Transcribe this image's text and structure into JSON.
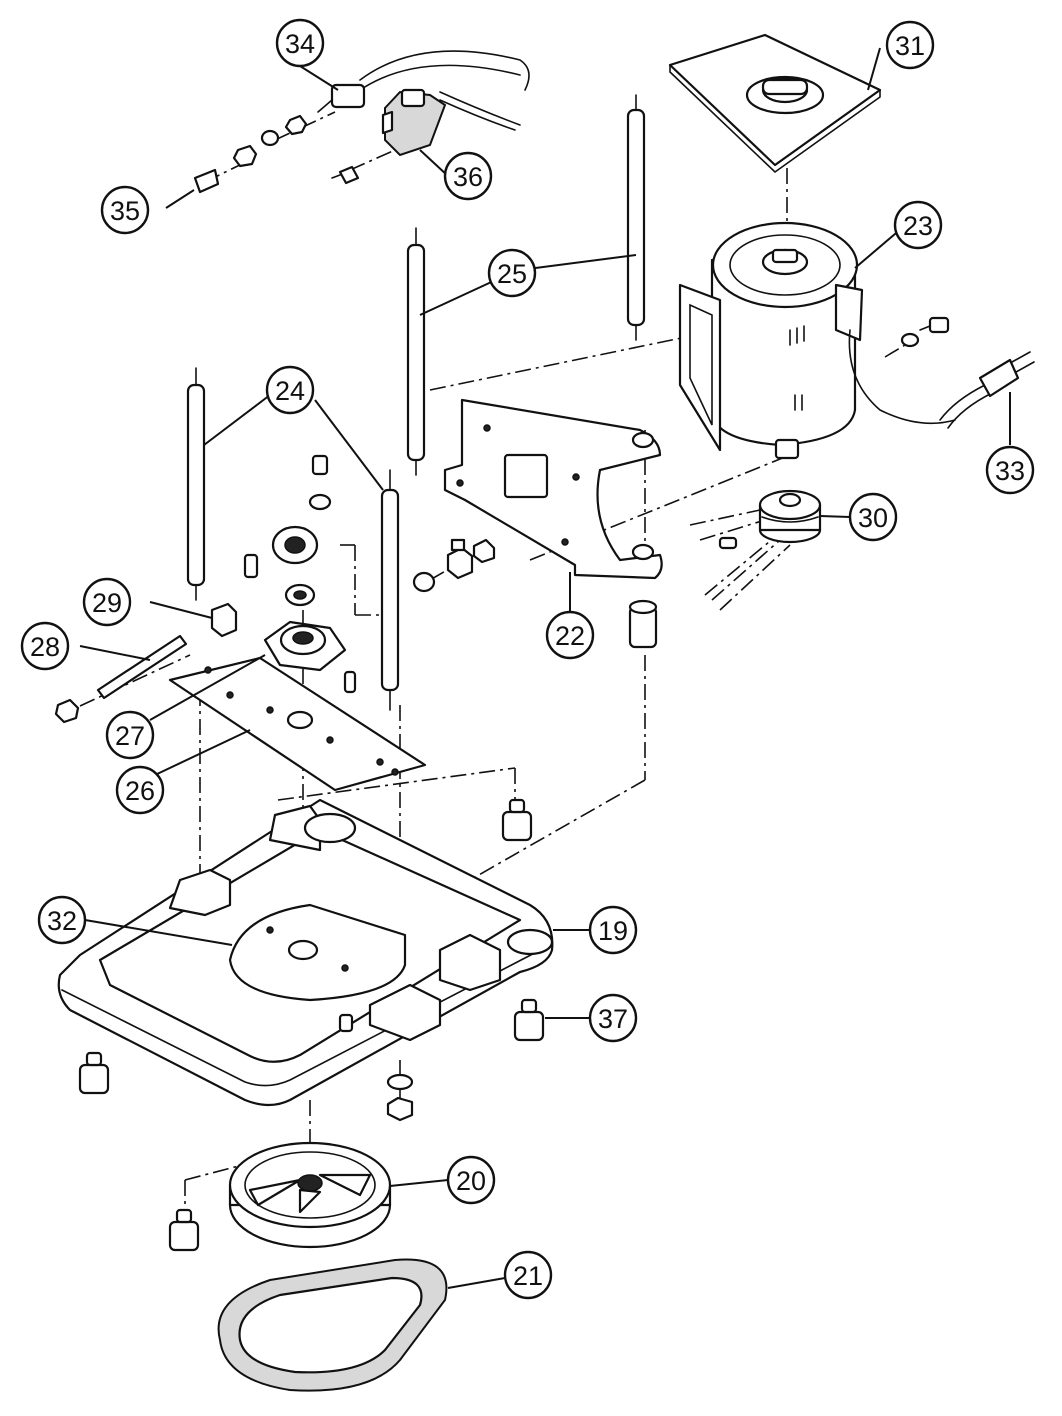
{
  "callouts": [
    {
      "id": "19",
      "label": "19"
    },
    {
      "id": "20",
      "label": "20"
    },
    {
      "id": "21",
      "label": "21"
    },
    {
      "id": "22",
      "label": "22"
    },
    {
      "id": "23",
      "label": "23"
    },
    {
      "id": "24",
      "label": "24"
    },
    {
      "id": "25",
      "label": "25"
    },
    {
      "id": "26",
      "label": "26"
    },
    {
      "id": "27",
      "label": "27"
    },
    {
      "id": "28",
      "label": "28"
    },
    {
      "id": "29",
      "label": "29"
    },
    {
      "id": "30",
      "label": "30"
    },
    {
      "id": "31",
      "label": "31"
    },
    {
      "id": "32",
      "label": "32"
    },
    {
      "id": "33",
      "label": "33"
    },
    {
      "id": "34",
      "label": "34"
    },
    {
      "id": "35",
      "label": "35"
    },
    {
      "id": "36",
      "label": "36"
    },
    {
      "id": "37",
      "label": "37"
    }
  ]
}
